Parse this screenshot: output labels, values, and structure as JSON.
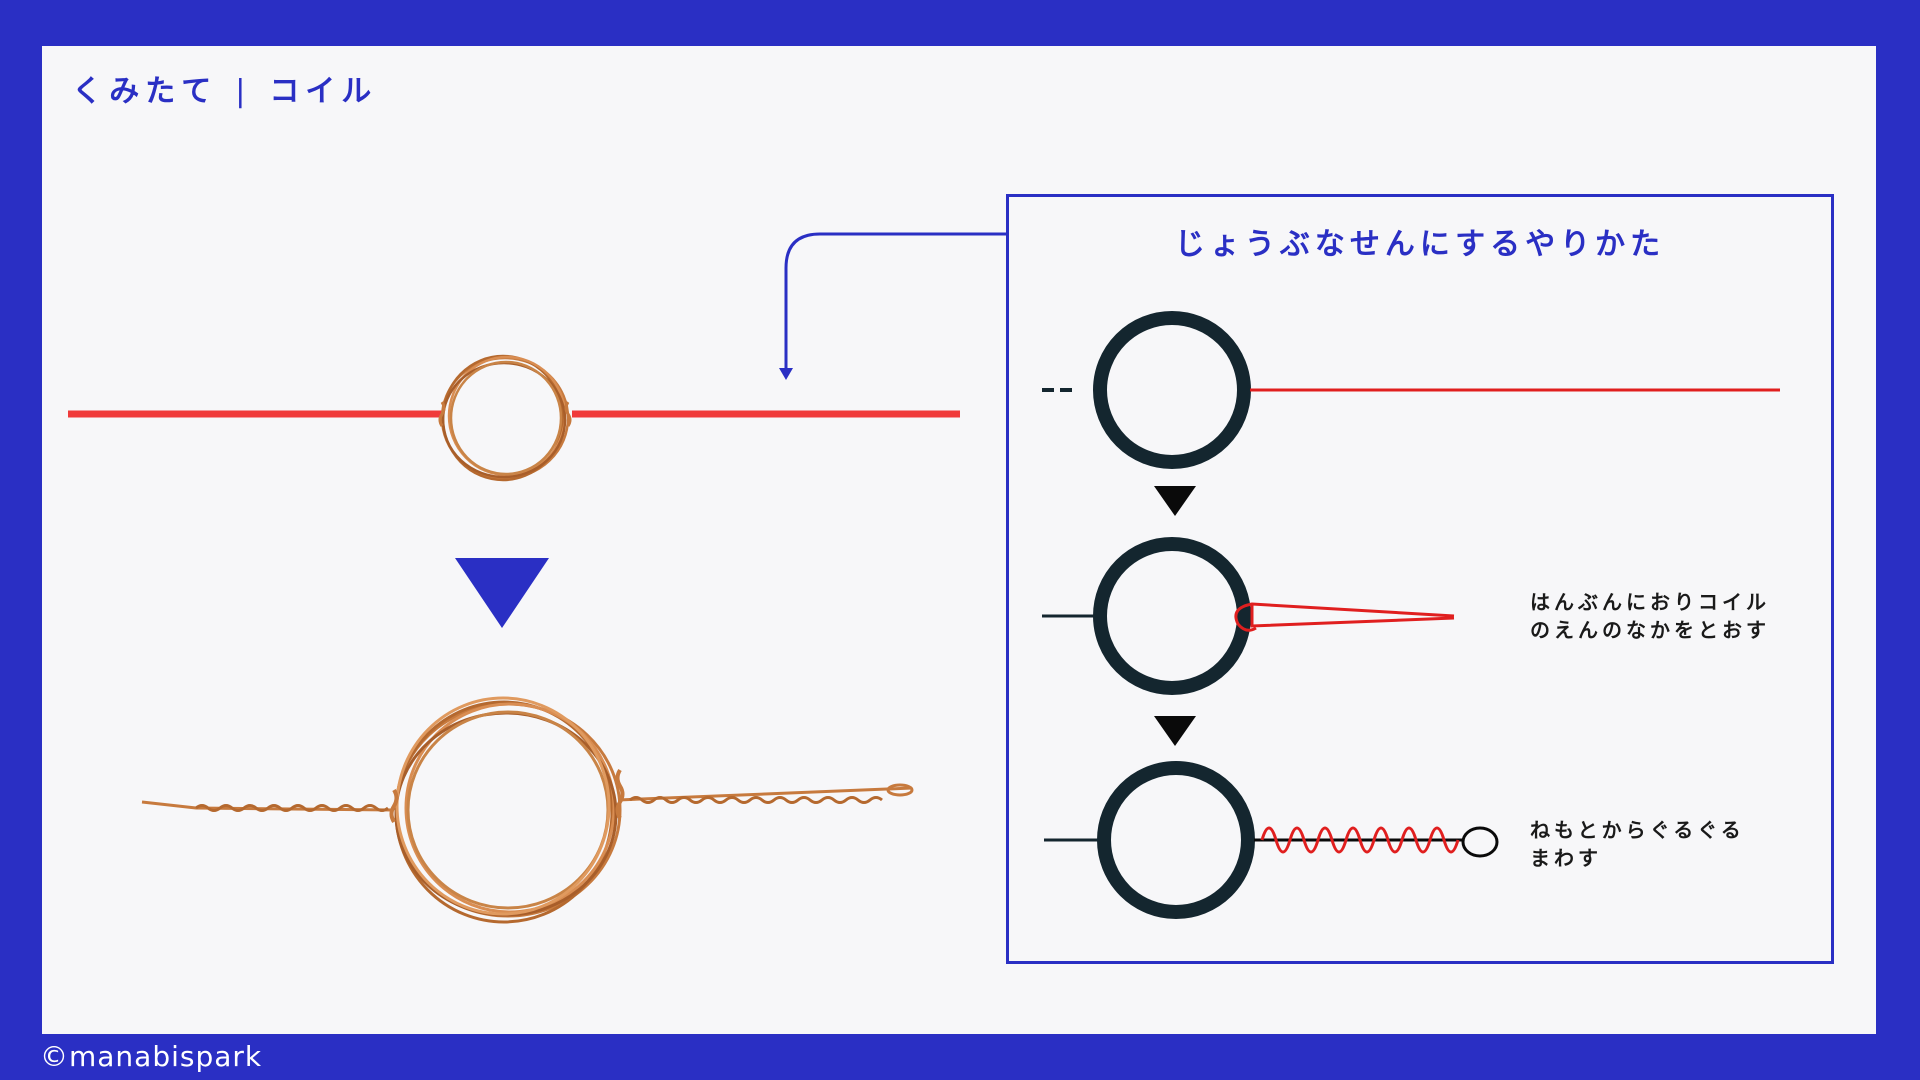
{
  "header": {
    "title": "くみたて",
    "separator": "|",
    "subtitle": "コイル"
  },
  "instructions": {
    "title": "じょうぶなせんにするやりかた",
    "steps": [
      {
        "lines": []
      },
      {
        "lines": [
          "はんぶんにおりコイル",
          "のえんのなかをとおす"
        ]
      },
      {
        "lines": [
          "ねもとからぐるぐる",
          "まわす"
        ]
      }
    ]
  },
  "footer": {
    "copyright": "©manabispark"
  },
  "colors": {
    "accent_blue": "#2a2fc4",
    "wire_red": "#f03a3a",
    "copper": "#c77a3e",
    "ring_dark": "#14262f"
  }
}
